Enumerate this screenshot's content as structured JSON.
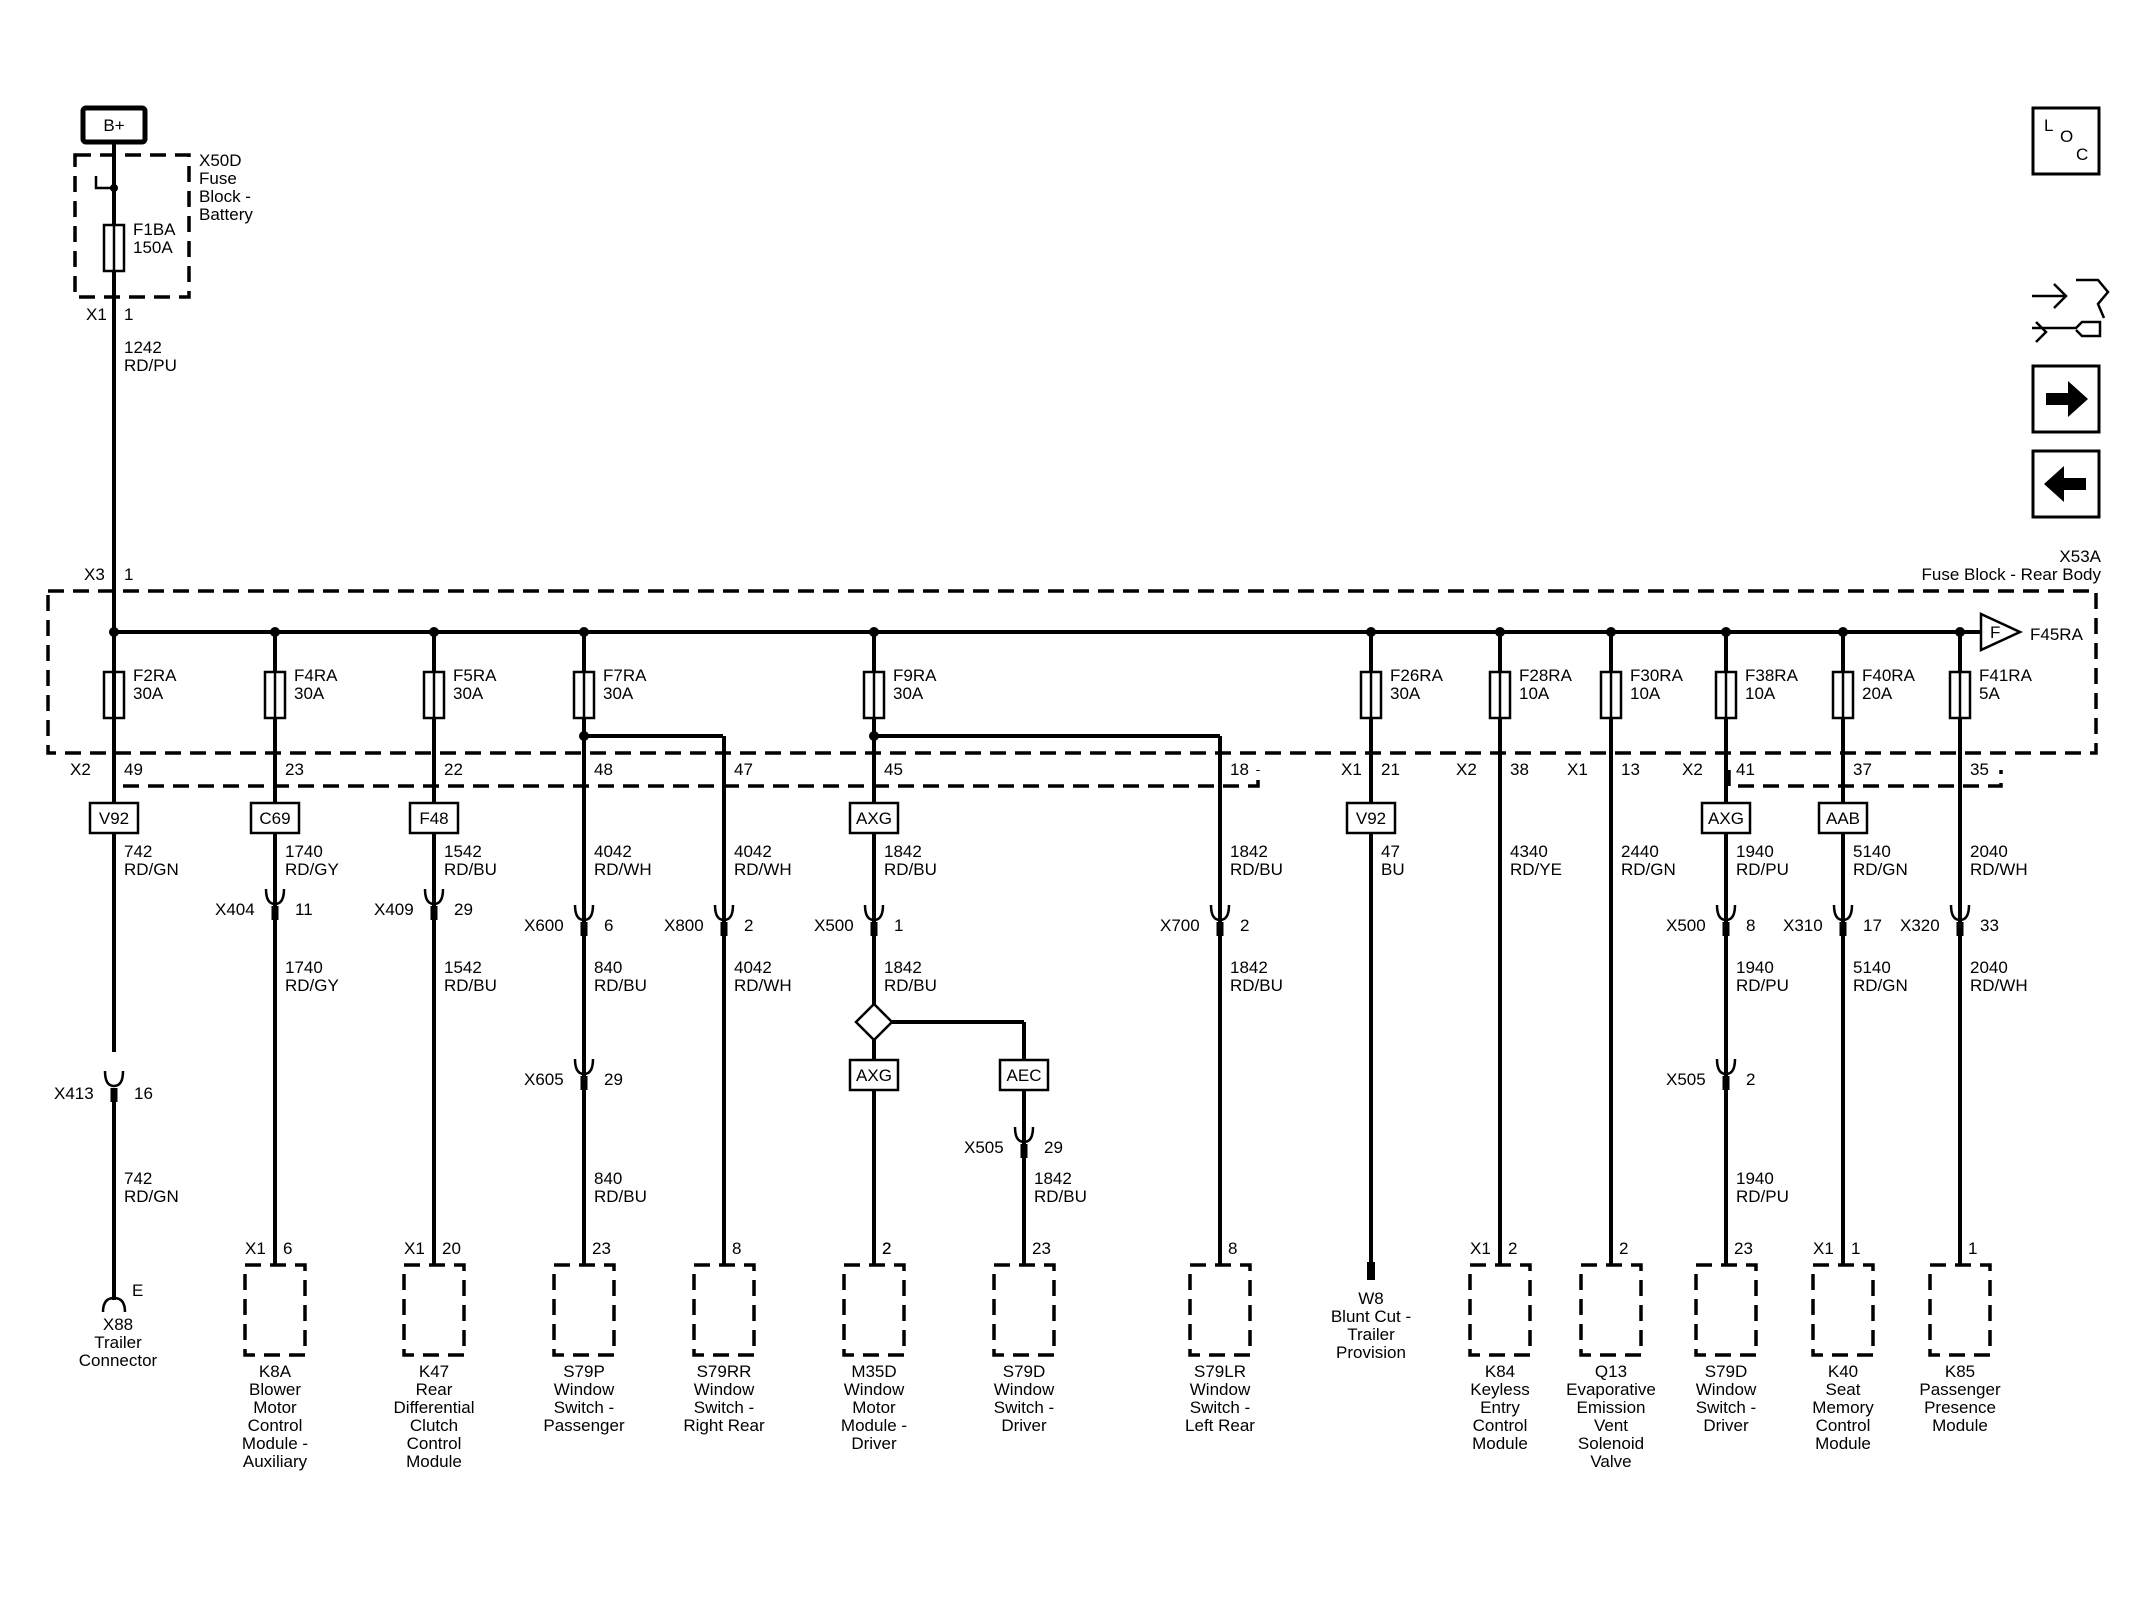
{
  "power_source": {
    "label": "B+"
  },
  "fuse_block_battery": {
    "id": "X50D",
    "name_lines": [
      "Fuse",
      "Block -",
      "Battery"
    ],
    "fuse": {
      "id": "F1BA",
      "rating": "150A"
    },
    "out_connector": "X1",
    "out_pin": "1",
    "wire": {
      "circuit": "1242",
      "color": "RD/PU"
    }
  },
  "rear_fuse_block": {
    "id": "X53A",
    "name": "Fuse Block - Rear Body",
    "in_connector": "X3",
    "in_pin": "1",
    "bus_end_fuse": {
      "symbol": "F",
      "id": "F45RA"
    }
  },
  "branches": [
    {
      "fuse": "F2RA",
      "rating": "30A",
      "conn": "X2",
      "pin": "49",
      "option": "V92",
      "w1": {
        "c": "742",
        "col": "RD/GN"
      },
      "inline": {
        "id": "X413",
        "pin": "16"
      },
      "w2": {
        "c": "742",
        "col": "RD/GN"
      },
      "term": {
        "type": "trailer",
        "pin": "E",
        "lines": [
          "X88",
          "Trailer",
          "Connector"
        ]
      }
    },
    {
      "fuse": "F4RA",
      "rating": "30A",
      "pin": "23",
      "option": "C69",
      "w1": {
        "c": "1740",
        "col": "RD/GY"
      },
      "inline": {
        "id": "X404",
        "pin": "11"
      },
      "w2": {
        "c": "1740",
        "col": "RD/GY"
      },
      "term": {
        "conn": "X1",
        "pin": "6",
        "lines": [
          "K8A",
          "Blower",
          "Motor",
          "Control",
          "Module -",
          "Auxiliary"
        ]
      }
    },
    {
      "fuse": "F5RA",
      "rating": "30A",
      "pin": "22",
      "option": "F48",
      "w1": {
        "c": "1542",
        "col": "RD/BU"
      },
      "inline": {
        "id": "X409",
        "pin": "29"
      },
      "w2": {
        "c": "1542",
        "col": "RD/BU"
      },
      "term": {
        "conn": "X1",
        "pin": "20",
        "lines": [
          "K47",
          "Rear",
          "Differential",
          "Clutch",
          "Control",
          "Module"
        ]
      }
    },
    {
      "fuse": "F7RA",
      "rating": "30A",
      "pin": "48",
      "w1": {
        "c": "4042",
        "col": "RD/WH"
      },
      "inline": {
        "id": "X600",
        "pin": "6"
      },
      "w2": {
        "c": "840",
        "col": "RD/BU"
      },
      "inline2": {
        "id": "X605",
        "pin": "29"
      },
      "w3": {
        "c": "840",
        "col": "RD/BU"
      },
      "term": {
        "pin": "23",
        "lines": [
          "S79P",
          "Window",
          "Switch -",
          "Passenger"
        ]
      }
    },
    {
      "pin": "47",
      "w1": {
        "c": "4042",
        "col": "RD/WH"
      },
      "inline": {
        "id": "X800",
        "pin": "2"
      },
      "w2": {
        "c": "4042",
        "col": "RD/WH"
      },
      "term": {
        "pin": "8",
        "lines": [
          "S79RR",
          "Window",
          "Switch -",
          "Right Rear"
        ]
      }
    },
    {
      "fuse": "F9RA",
      "rating": "30A",
      "pin": "45",
      "w1": {
        "c": "1842",
        "col": "RD/BU"
      },
      "inline": {
        "id": "X500",
        "pin": "1"
      },
      "w2": {
        "c": "1842",
        "col": "RD/BU"
      },
      "option": "AXG",
      "term": {
        "pin": "2",
        "lines": [
          "M35D",
          "Window",
          "Motor",
          "Module -",
          "Driver"
        ]
      }
    },
    {
      "option": "AEC",
      "inline": {
        "id": "X505",
        "pin": "29"
      },
      "w2": {
        "c": "1842",
        "col": "RD/BU"
      },
      "term": {
        "pin": "23",
        "lines": [
          "S79D",
          "Window",
          "Switch -",
          "Driver"
        ]
      }
    },
    {
      "pin": "18",
      "w1": {
        "c": "1842",
        "col": "RD/BU"
      },
      "inline": {
        "id": "X700",
        "pin": "2"
      },
      "w2": {
        "c": "1842",
        "col": "RD/BU"
      },
      "term": {
        "pin": "8",
        "lines": [
          "S79LR",
          "Window",
          "Switch -",
          "Left Rear"
        ]
      }
    },
    {
      "fuse": "F26RA",
      "rating": "30A",
      "conn": "X1",
      "pin": "21",
      "option": "V92",
      "w1": {
        "c": "47",
        "col": "BU"
      },
      "term": {
        "type": "blunt",
        "lines": [
          "W8",
          "Blunt Cut -",
          "Trailer",
          "Provision"
        ]
      }
    },
    {
      "fuse": "F28RA",
      "rating": "10A",
      "conn": "X2",
      "pin": "38",
      "w1": {
        "c": "4340",
        "col": "RD/YE"
      },
      "term": {
        "conn": "X1",
        "pin": "2",
        "lines": [
          "K84",
          "Keyless",
          "Entry",
          "Control",
          "Module"
        ]
      }
    },
    {
      "fuse": "F30RA",
      "rating": "10A",
      "conn": "X1",
      "pin": "13",
      "w1": {
        "c": "2440",
        "col": "RD/GN"
      },
      "term": {
        "pin": "2",
        "lines": [
          "Q13",
          "Evaporative",
          "Emission",
          "Vent",
          "Solenoid",
          "Valve"
        ]
      }
    },
    {
      "fuse": "F38RA",
      "rating": "10A",
      "conn": "X2",
      "pin": "41",
      "option": "AXG",
      "w1": {
        "c": "1940",
        "col": "RD/PU"
      },
      "inline": {
        "id": "X500",
        "pin": "8"
      },
      "w2": {
        "c": "1940",
        "col": "RD/PU"
      },
      "inline2": {
        "id": "X505",
        "pin": "2"
      },
      "w3": {
        "c": "1940",
        "col": "RD/PU"
      },
      "term": {
        "pin": "23",
        "lines": [
          "S79D",
          "Window",
          "Switch -",
          "Driver"
        ]
      }
    },
    {
      "fuse": "F40RA",
      "rating": "20A",
      "pin": "37",
      "option": "AAB",
      "w1": {
        "c": "5140",
        "col": "RD/GN"
      },
      "inline": {
        "id": "X310",
        "pin": "17"
      },
      "w2": {
        "c": "5140",
        "col": "RD/GN"
      },
      "term": {
        "conn": "X1",
        "pin": "1",
        "lines": [
          "K40",
          "Seat",
          "Memory",
          "Control",
          "Module"
        ]
      }
    },
    {
      "fuse": "F41RA",
      "rating": "5A",
      "pin": "35",
      "w1": {
        "c": "2040",
        "col": "RD/WH"
      },
      "inline": {
        "id": "X320",
        "pin": "33"
      },
      "w2": {
        "c": "2040",
        "col": "RD/WH"
      },
      "term": {
        "pin": "1",
        "lines": [
          "K85",
          "Passenger",
          "Presence",
          "Module"
        ]
      }
    }
  ],
  "side_icons": {
    "loc": {
      "letters": [
        "L",
        "O",
        "C"
      ]
    },
    "items": [
      "component-view-icon",
      "next-arrow-icon",
      "previous-arrow-icon"
    ]
  }
}
